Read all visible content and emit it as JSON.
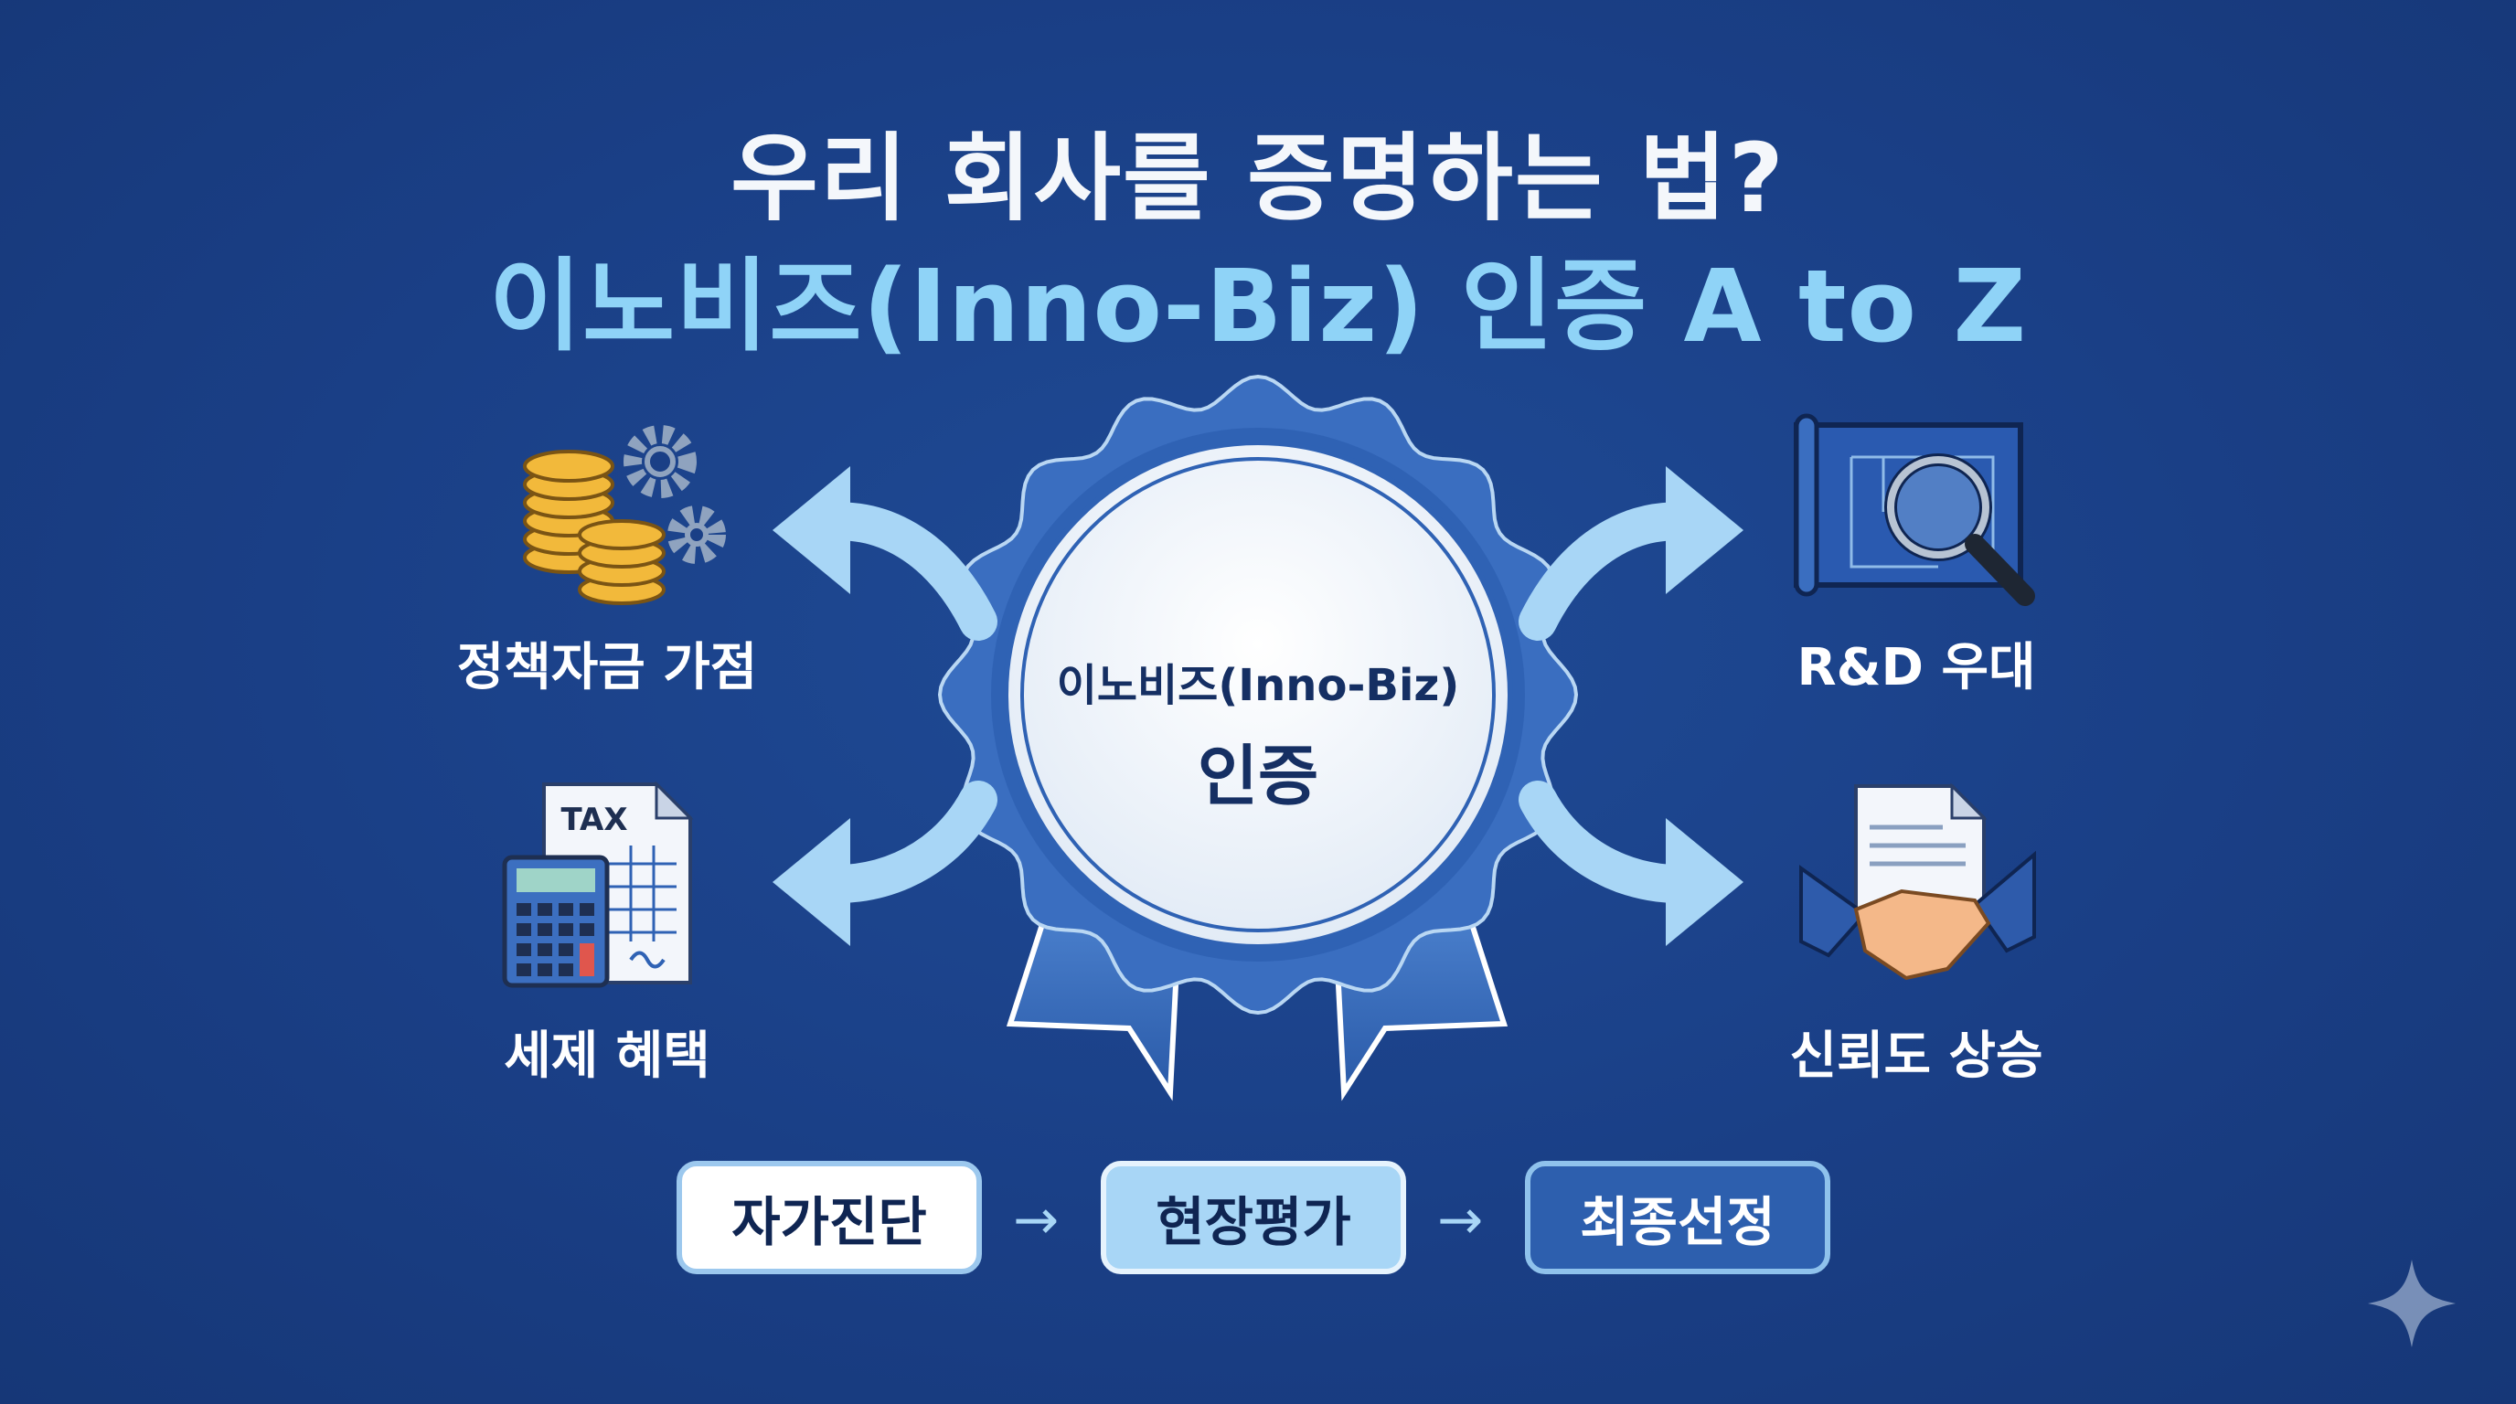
{
  "title": {
    "line1": "우리 회사를 증명하는 법?",
    "line2": "이노비즈(Inno-Biz) 인증 A to Z"
  },
  "badge": {
    "line1": "이노비즈(Inno-Biz)",
    "line2": "인증"
  },
  "benefits": {
    "policy_fund": {
      "label": "정책자금 가점",
      "icon": "coins-gears-icon"
    },
    "tax": {
      "label": "세제 혜택",
      "icon": "calculator-tax-icon",
      "doc_text": "TAX"
    },
    "rnd": {
      "label": "R&D 우대",
      "icon": "blueprint-magnifier-icon"
    },
    "trust": {
      "label": "신뢰도 상승",
      "icon": "handshake-icon"
    }
  },
  "process": {
    "steps": [
      "자가진단",
      "현장평가",
      "최종선정"
    ],
    "arrow": "→"
  },
  "colors": {
    "background": "#1a3f86",
    "title_accent": "#8fd3f7",
    "arrow": "#a8d6f6",
    "badge_blue": "#2f62b4"
  }
}
